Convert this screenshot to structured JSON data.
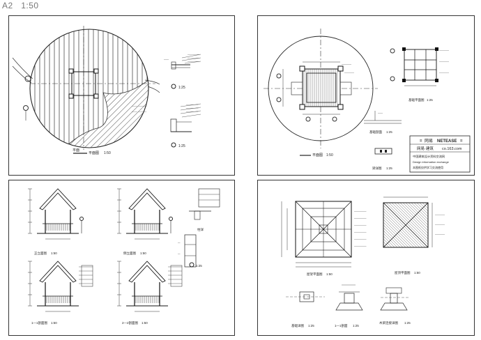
{
  "header": {
    "paper": "A2",
    "scale": "1:50"
  },
  "sheets": {
    "plan_site": {
      "scale_a": "1:25",
      "scale_b": "1:25",
      "plan_scale": "1:50"
    },
    "plan_structure": {
      "scale_1": "1:50",
      "scale_2": "1:25",
      "scale_3": "1:25",
      "titleblock": {
        "brand_cn": "网易",
        "brand_en": "NETEASE",
        "sub_left": "网易·建筑",
        "sub_right": "co.163.com",
        "line1": "中国建筑设计资料交流网",
        "line2": "Design information exchange",
        "line3": "本图纸仅供学习交流使用"
      }
    },
    "elevations": {
      "scale_1": "1:50",
      "scale_2": "1:50",
      "scale_3": "1:50",
      "scale_4": "1:50",
      "detail_scale": "1:25"
    },
    "roof": {
      "scale_1": "1:50",
      "scale_2": "1:50",
      "scale_3": "1:25",
      "scale_4": "1:25",
      "scale_5": "1:25"
    }
  }
}
